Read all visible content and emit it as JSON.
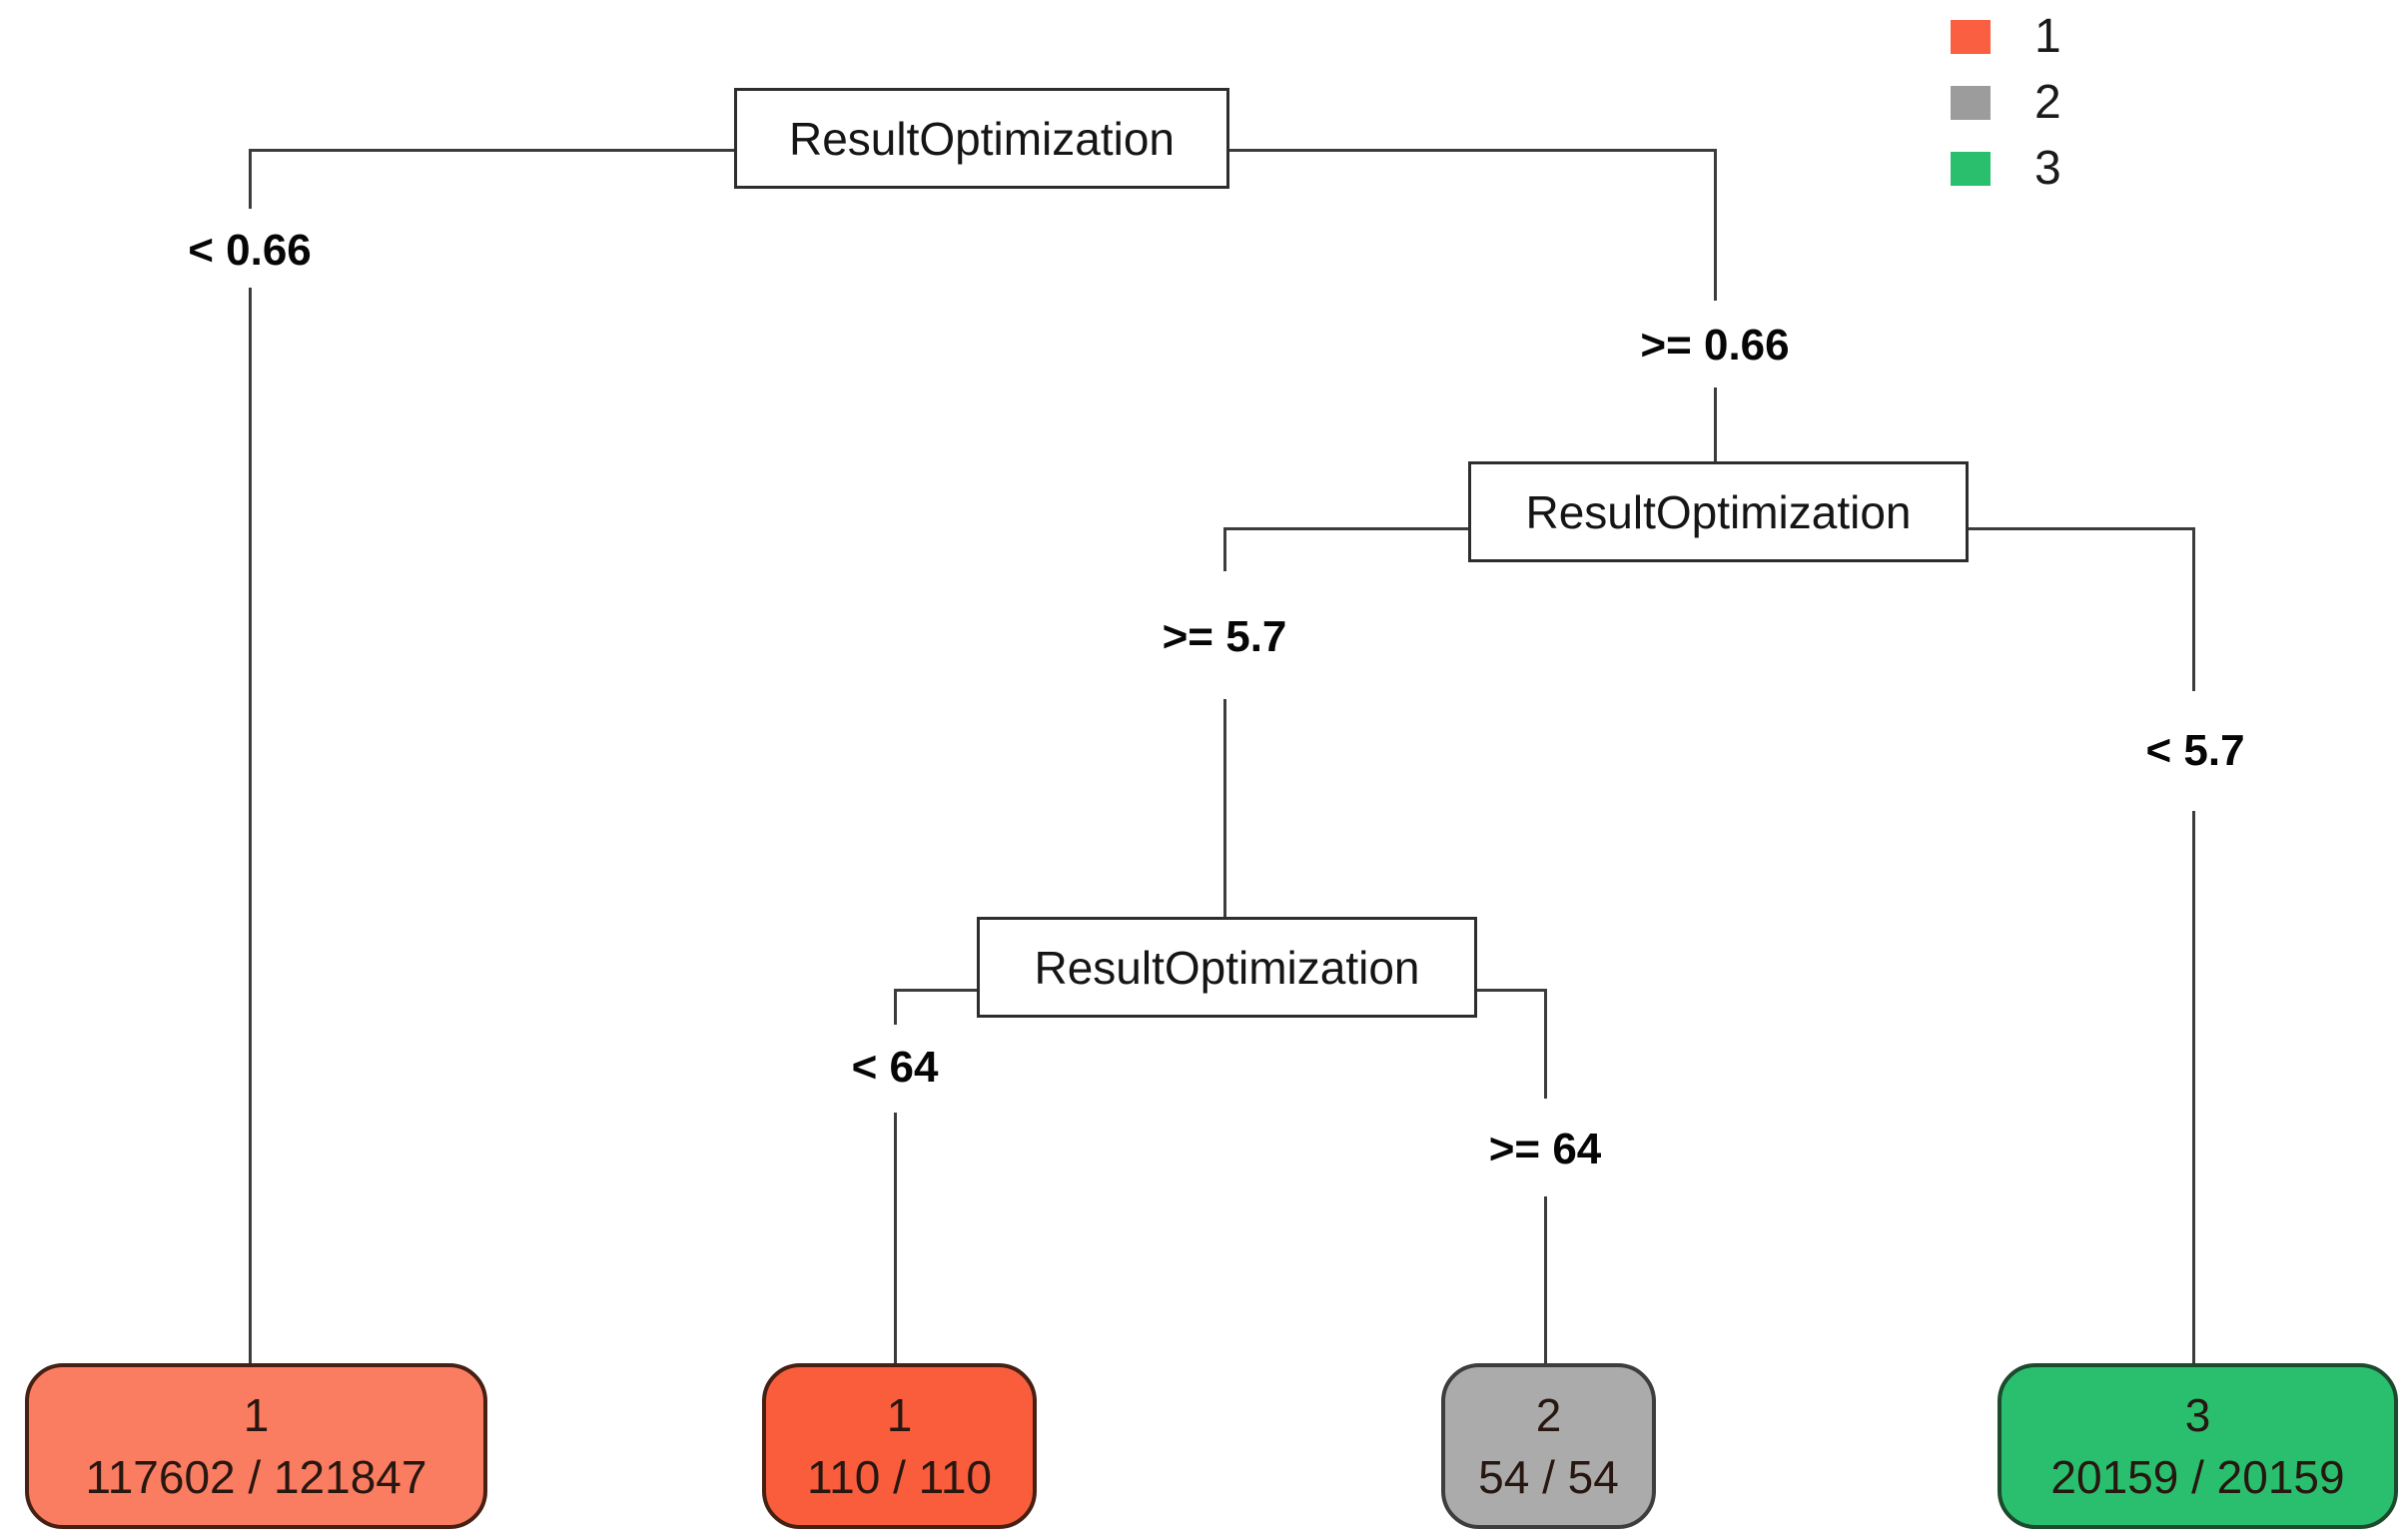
{
  "plot": {
    "background": "#ffffff",
    "line_color": "#3c3c3c",
    "node_border_color": "#2d2d2d"
  },
  "legend": {
    "items": [
      {
        "label": "1",
        "color": "#f95f40"
      },
      {
        "label": "2",
        "color": "#9c9c9c"
      },
      {
        "label": "3",
        "color": "#2abf6c"
      }
    ]
  },
  "tree": {
    "type": "decision_tree",
    "nodes": [
      {
        "id": 1,
        "label": "ResultOptimization"
      },
      {
        "id": 2,
        "label": "ResultOptimization"
      },
      {
        "id": 3,
        "label": "ResultOptimization"
      }
    ],
    "edges": [
      {
        "from": 1,
        "to": "leaf1",
        "label": "< 0.66"
      },
      {
        "from": 1,
        "to": 2,
        "label": ">= 0.66"
      },
      {
        "from": 2,
        "to": 3,
        "label": ">= 5.7"
      },
      {
        "from": 2,
        "to": "leaf4",
        "label": "< 5.7"
      },
      {
        "from": 3,
        "to": "leaf2",
        "label": "< 64"
      },
      {
        "from": 3,
        "to": "leaf3",
        "label": ">= 64"
      }
    ],
    "leaves": [
      {
        "id": "leaf1",
        "class_label": "1",
        "count_label": "117602 / 121847",
        "fill": "#fb7d61",
        "border": "#462013"
      },
      {
        "id": "leaf2",
        "class_label": "1",
        "count_label": "110 / 110",
        "fill": "#f95d3c",
        "border": "#462013"
      },
      {
        "id": "leaf3",
        "class_label": "2",
        "count_label": "54 / 54",
        "fill": "#ababab",
        "border": "#3d3d3d"
      },
      {
        "id": "leaf4",
        "class_label": "3",
        "count_label": "20159 / 20159",
        "fill": "#2abf6e",
        "border": "#1b4a2c"
      }
    ]
  }
}
